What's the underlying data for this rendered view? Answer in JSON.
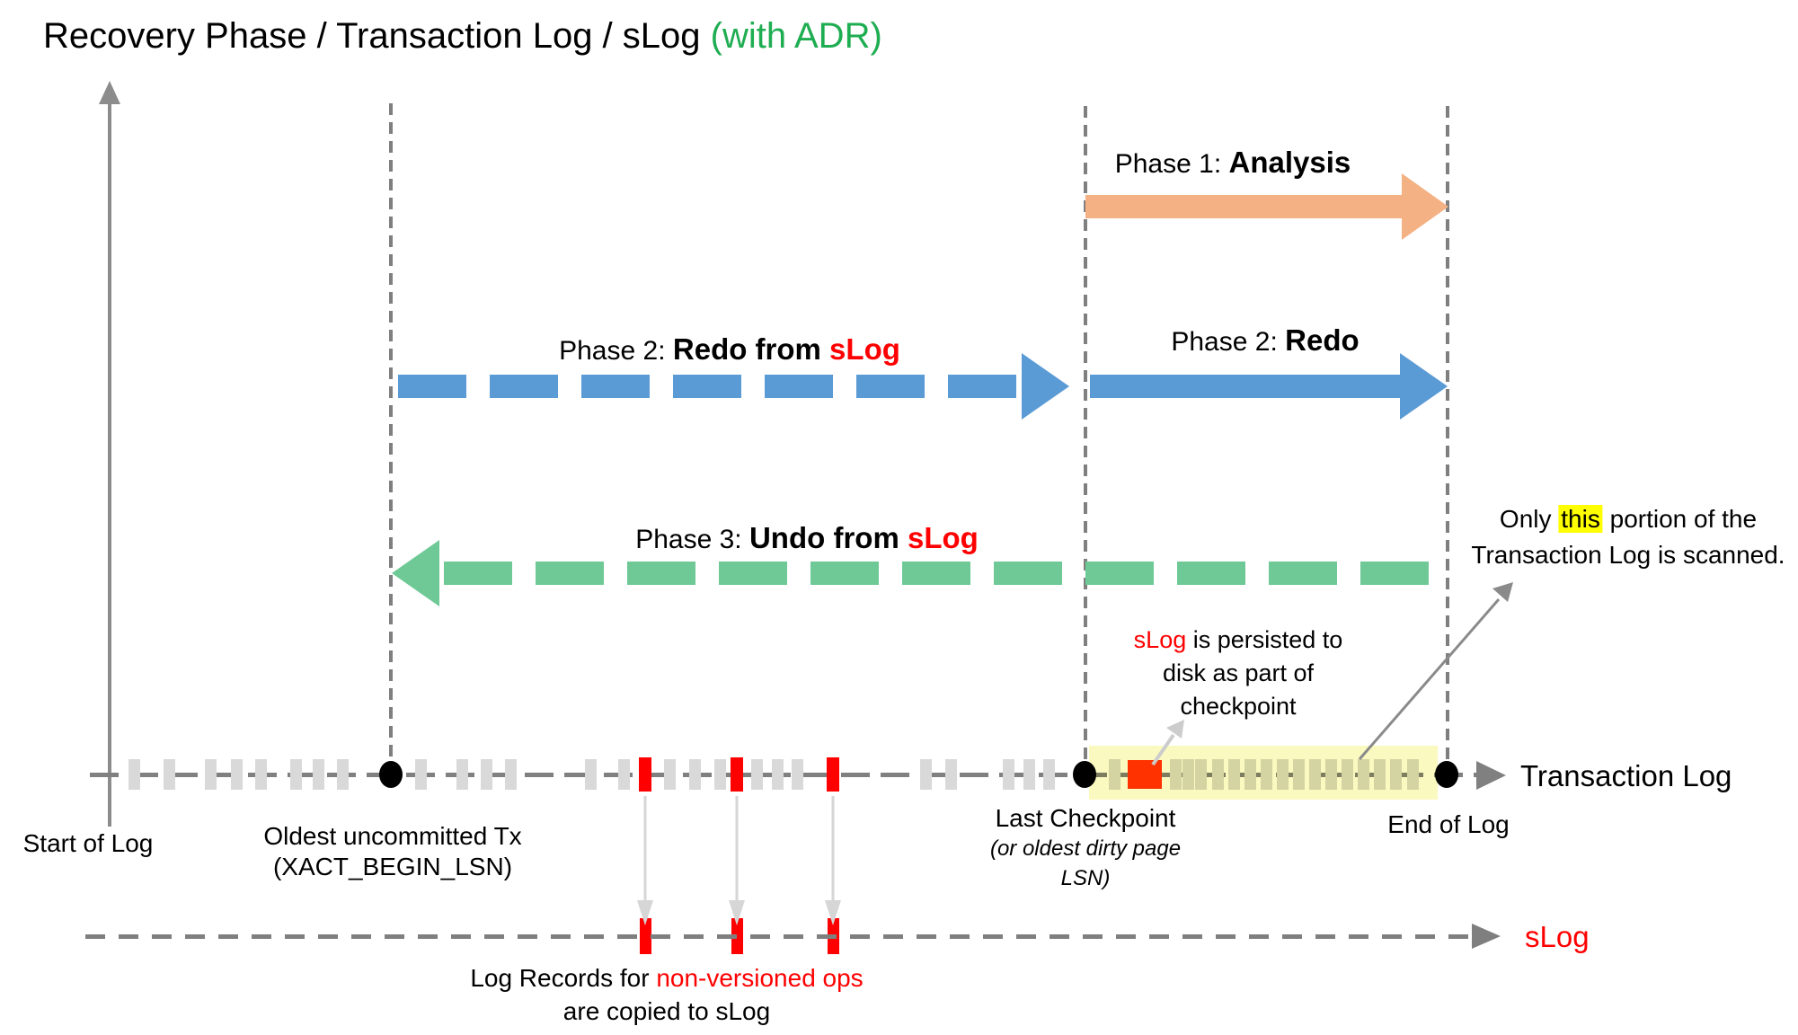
{
  "title": {
    "main": "Recovery Phase / Transaction Log / sLog ",
    "suffix": "(with ADR)"
  },
  "colors": {
    "title_accent_green": "#1FAD52",
    "phase1_orange": "#F4B183",
    "phase2_blue": "#5B9BD5",
    "phase3_green": "#6FC996",
    "accent_red": "#FF0000",
    "checkpoint_block_red": "#FF3200",
    "scan_band_yellow": "#FAFAC0",
    "highlight_yellow": "#FFFF00",
    "axis_gray": "#808080",
    "tick_gray": "#D9D9D9"
  },
  "phases": {
    "phase1": {
      "prefix": "Phase 1: ",
      "name": "Analysis"
    },
    "phase2_slog": {
      "prefix": "Phase 2: ",
      "name": "Redo from ",
      "accent": "sLog"
    },
    "phase2": {
      "prefix": "Phase 2: ",
      "name": "Redo"
    },
    "phase3": {
      "prefix": "Phase 3: ",
      "name": "Undo from ",
      "accent": "sLog"
    }
  },
  "notes": {
    "scan": {
      "pre": "Only ",
      "highlight": "this",
      "post": " portion of the",
      "line2": "Transaction Log is scanned."
    },
    "persist": {
      "accent": "sLog",
      "line1_rest": " is persisted to",
      "line2": "disk as part of",
      "line3": "checkpoint"
    },
    "copy": {
      "line1_pre": "Log Records for ",
      "line1_accent": "non-versioned ops",
      "line2": "are copied to sLog"
    }
  },
  "axis": {
    "transaction_log_label": "Transaction Log",
    "slog_label": "sLog",
    "start_label": "Start of Log",
    "oldest_line1": "Oldest uncommitted Tx",
    "oldest_line2": "(XACT_BEGIN_LSN)",
    "checkpoint_line1": "Last Checkpoint",
    "checkpoint_line2": "(or oldest dirty page",
    "checkpoint_line3": "LSN)",
    "end_label": "End of Log"
  },
  "ticks": {
    "gray": [
      149,
      188,
      234,
      263,
      290,
      329,
      354,
      381,
      468,
      514,
      541,
      568,
      657,
      694,
      745,
      773,
      801,
      842,
      865,
      887,
      1030,
      1058,
      1122,
      1145,
      1167
    ],
    "red": [
      718,
      820,
      927
    ],
    "yellow_zone": [
      1240,
      1308,
      1322,
      1336,
      1355,
      1373,
      1391,
      1409,
      1427,
      1445,
      1463,
      1481,
      1499,
      1517,
      1535,
      1553,
      1572
    ],
    "slog_red": [
      718,
      820,
      927
    ]
  }
}
